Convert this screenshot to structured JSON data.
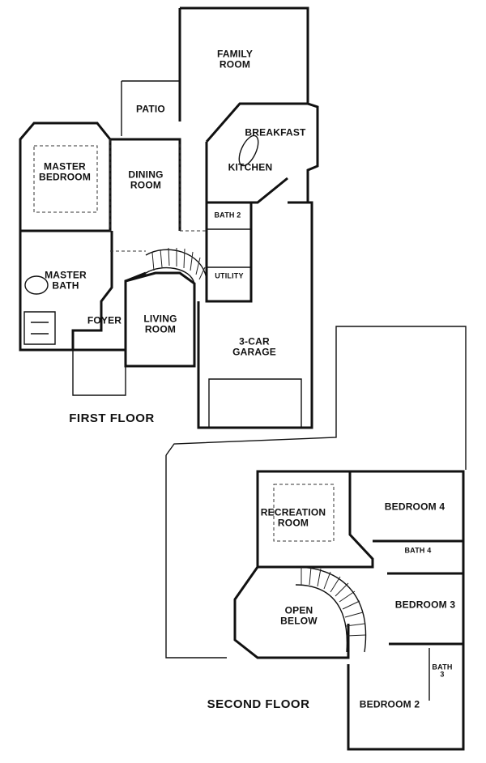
{
  "floors": {
    "first": {
      "caption": "FIRST FLOOR",
      "rooms": {
        "family_room": "FAMILY\nROOM",
        "patio": "PATIO",
        "breakfast": "BREAKFAST",
        "master_bedroom": "MASTER\nBEDROOM",
        "dining_room": "DINING\nROOM",
        "kitchen": "KITCHEN",
        "bath_2": "BATH 2",
        "master_bath": "MASTER\nBATH",
        "utility": "UTILITY",
        "foyer": "FOYER",
        "living_room": "LIVING\nROOM",
        "garage": "3-CAR\nGARAGE"
      }
    },
    "second": {
      "caption": "SECOND FLOOR",
      "rooms": {
        "recreation_room": "RECREATION\nROOM",
        "bedroom_4": "BEDROOM 4",
        "bath_4": "BATH 4",
        "open_below": "OPEN\nBELOW",
        "bedroom_3": "BEDROOM 3",
        "bath_3": "BATH\n3",
        "bedroom_2": "BEDROOM 2"
      }
    }
  }
}
